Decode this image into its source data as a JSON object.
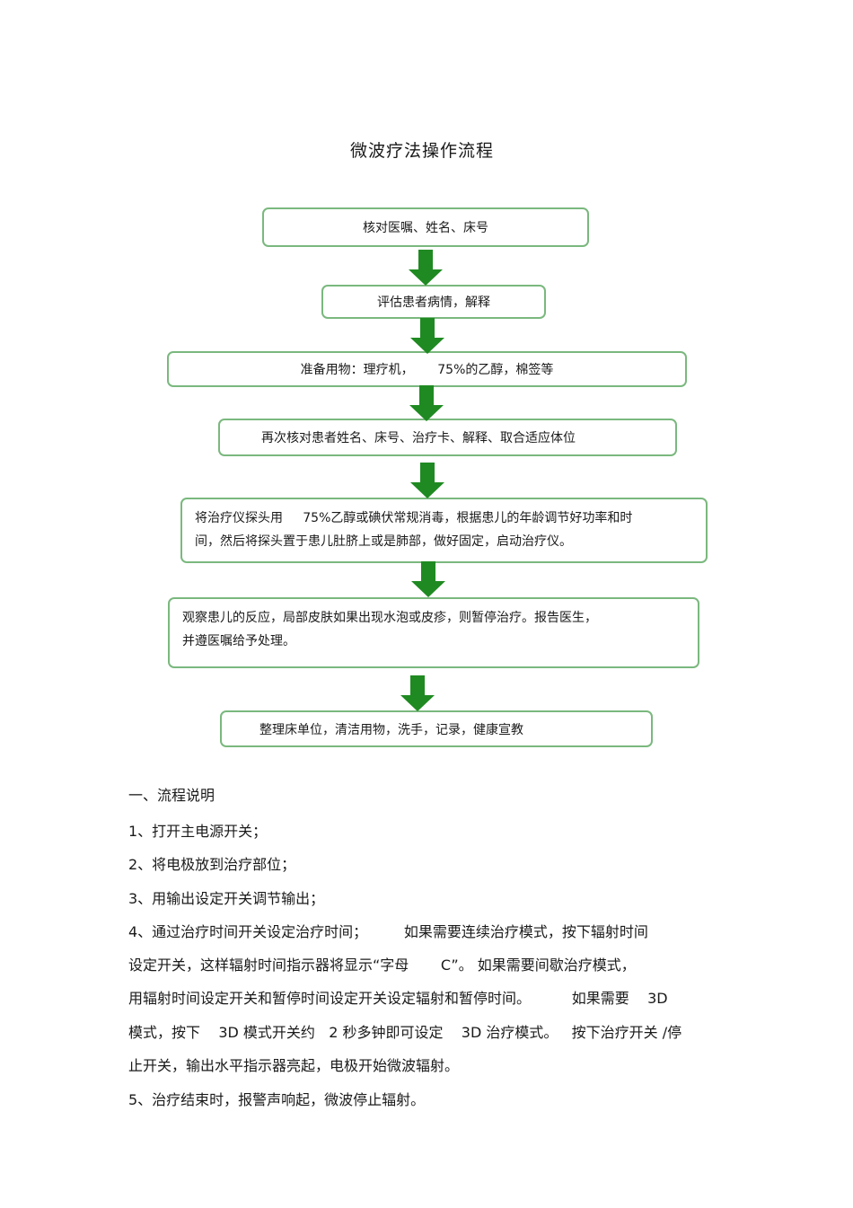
{
  "title": "微波疗法操作流程",
  "flow": {
    "steps": [
      {
        "lines": [
          "核对医嘱、姓名、床号"
        ]
      },
      {
        "lines": [
          "评估患者病情，解释"
        ]
      },
      {
        "lines": [
          "准备用物：理疗机，      75%的乙醇，棉签等"
        ]
      },
      {
        "lines": [
          "再次核对患者姓名、床号、治疗卡、解释、取合适应体位"
        ]
      },
      {
        "lines": [
          "将治疗仪探头用     75%乙醇或碘伏常规消毒，根据患儿的年龄调节好功率和时",
          "间，然后将探头置于患儿肚脐上或是肺部，做好固定，启动治疗仪。"
        ]
      },
      {
        "lines": [
          "观察患儿的反应，局部皮肤如果出现水泡或皮疹，则暂停治疗。报告医生，",
          "并遵医嘱给予处理。"
        ]
      },
      {
        "lines": [
          "整理床单位，清洁用物，洗手，记录，健康宣教"
        ]
      }
    ],
    "box_color": "#7ab87e",
    "arrow_color": "#1f8a22"
  },
  "section": {
    "heading": "一、流程说明",
    "lines": [
      "1、打开主电源开关；",
      "2、将电极放到治疗部位；",
      "3、用输出设定开关调节输出；",
      "4、通过治疗时间开关设定治疗时间；        如果需要连续治疗模式，按下辐射时间",
      "设定开关，这样辐射时间指示器将显示“字母       C”。 如果需要间歇治疗模式，",
      "用辐射时间设定开关和暂停时间设定开关设定辐射和暂停时间。         如果需要    3D",
      "模式，按下    3D 模式开关约   2 秒多钟即可设定    3D 治疗模式。   按下治疗开关 /停",
      "止开关，输出水平指示器亮起，电极开始微波辐射。",
      "5、治疗结束时，报警声响起，微波停止辐射。"
    ]
  }
}
